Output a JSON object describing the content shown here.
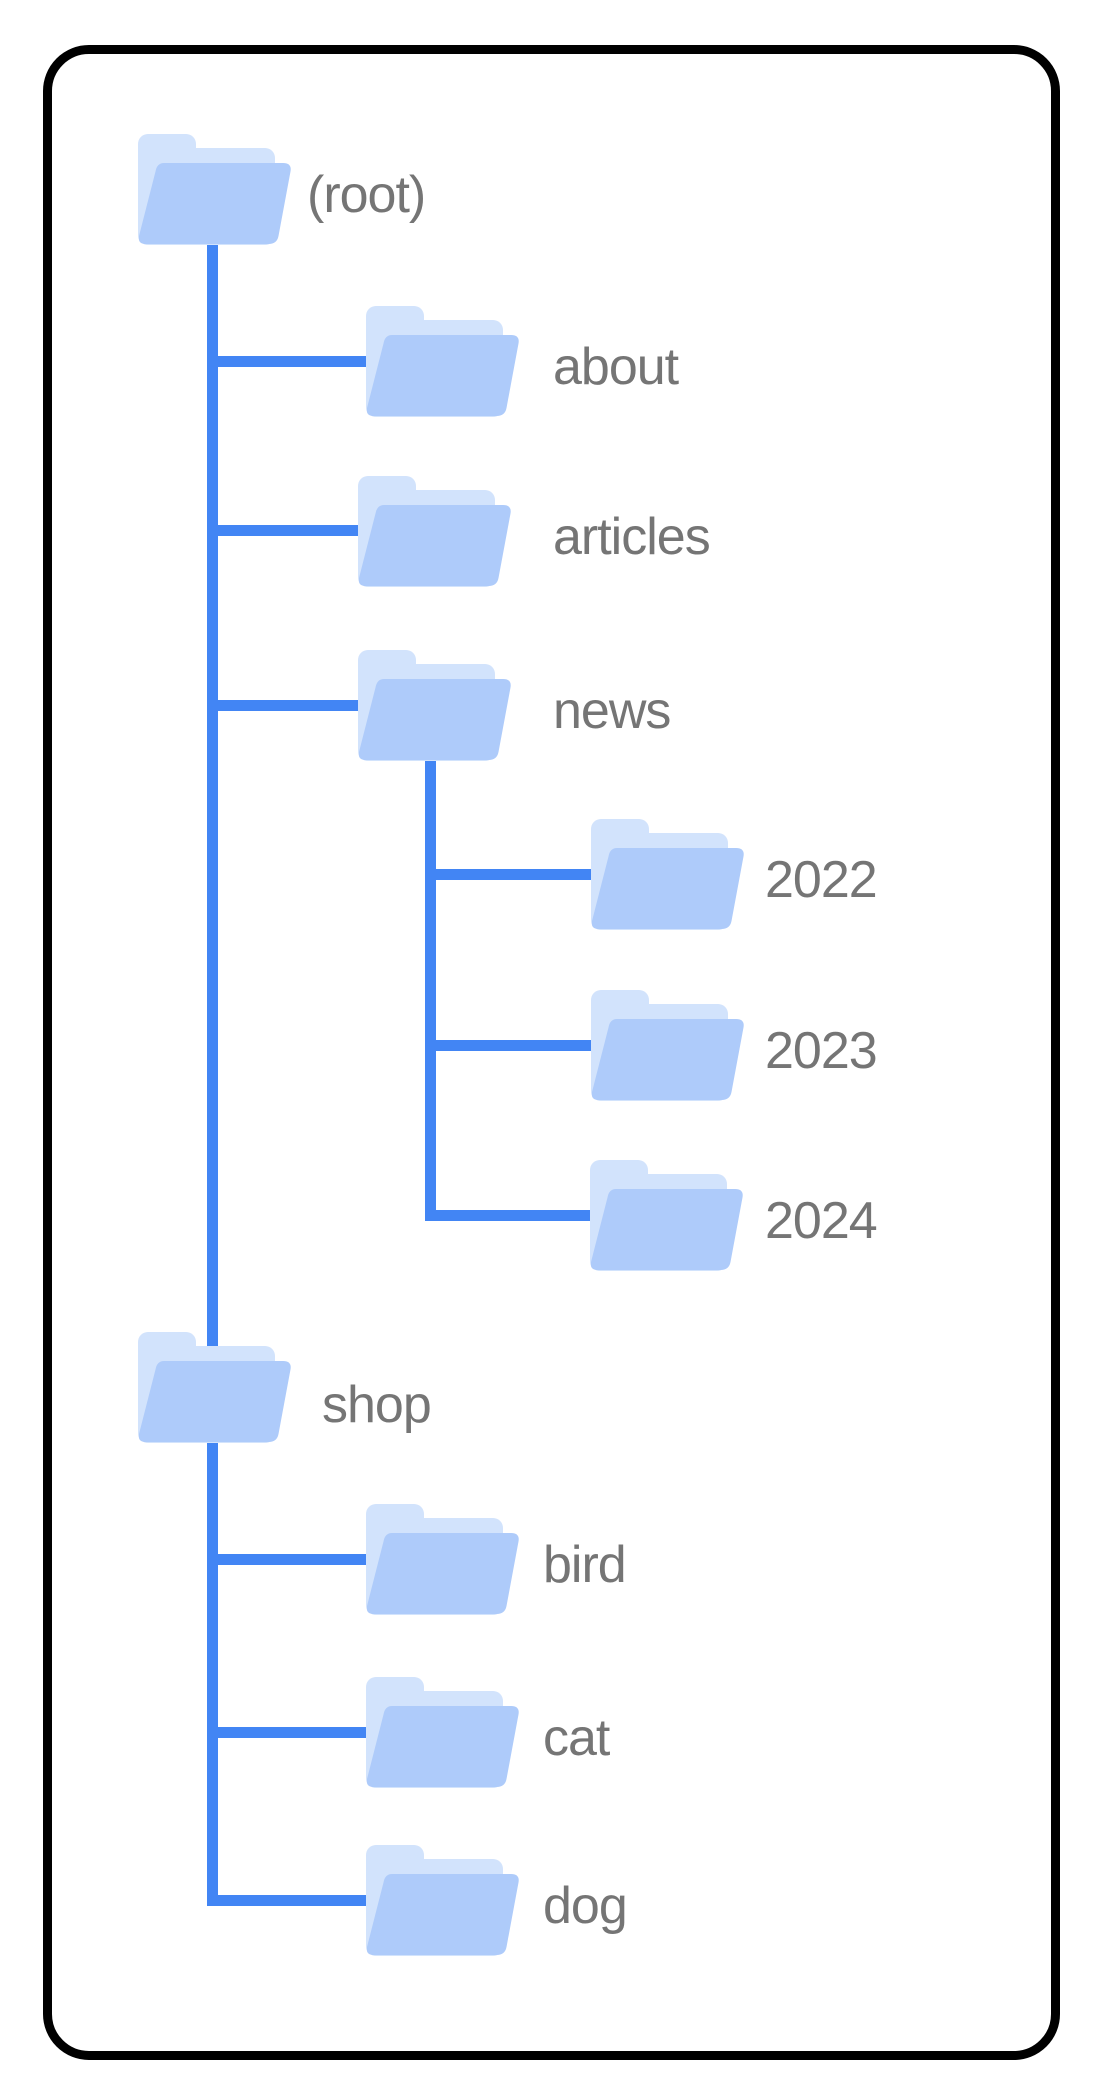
{
  "diagram_type": "site-structure-folder-tree",
  "nodes": {
    "root": {
      "label": "(root)"
    },
    "about": {
      "label": "about"
    },
    "articles": {
      "label": "articles"
    },
    "news": {
      "label": "news"
    },
    "y2022": {
      "label": "2022"
    },
    "y2023": {
      "label": "2023"
    },
    "y2024": {
      "label": "2024"
    },
    "shop": {
      "label": "shop"
    },
    "bird": {
      "label": "bird"
    },
    "cat": {
      "label": "cat"
    },
    "dog": {
      "label": "dog"
    }
  },
  "hierarchy": {
    "(root)": [
      "about",
      "articles",
      "news",
      "shop"
    ],
    "news": [
      "2022",
      "2023",
      "2024"
    ],
    "shop": [
      "bird",
      "cat",
      "dog"
    ]
  },
  "icons": {
    "node_icon": "folder-icon"
  },
  "colors": {
    "connector": "#4285f4",
    "folder_front": "#aecbfa",
    "folder_back": "#d2e3fc",
    "label_text": "#757575",
    "card_border": "#000000",
    "card_background": "#ffffff"
  }
}
